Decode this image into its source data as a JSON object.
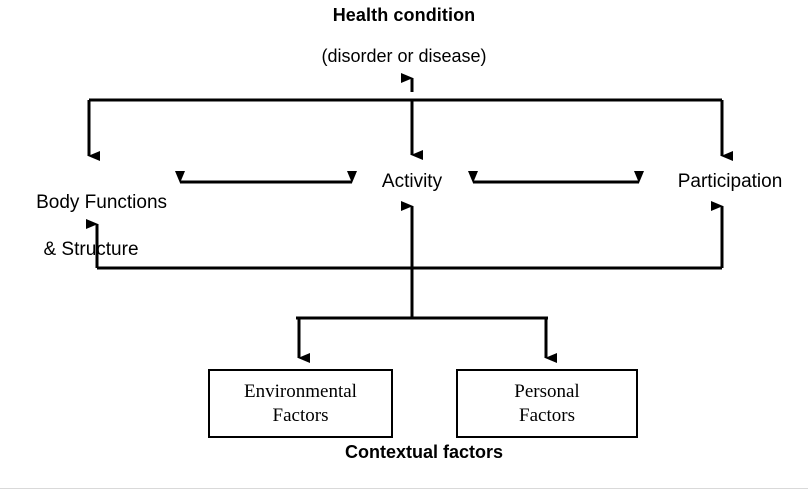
{
  "figure": {
    "title": "Health condition",
    "subtitle": "(disorder or disease)",
    "caption": "Contextual factors",
    "stroke_color": "#000000",
    "background_color": "#ffffff",
    "rule_color": "#d9d9d9"
  },
  "nodes": {
    "body_functions": {
      "line1": "Body Functions",
      "line2": "& Structure"
    },
    "activity": {
      "label": "Activity"
    },
    "participation": {
      "label": "Participation"
    },
    "environmental_factors": {
      "line1": "Environmental",
      "line2": "Factors"
    },
    "personal_factors": {
      "line1": "Personal",
      "line2": "Factors"
    }
  },
  "connectors": [
    {
      "name": "health-to-activity",
      "from": "Health condition",
      "to": "Activity",
      "direction": "bidirectional"
    },
    {
      "name": "health-to-body-functions",
      "from": "Health condition",
      "to": "Body Functions & Structure",
      "direction": "down"
    },
    {
      "name": "health-to-participation",
      "from": "Health condition",
      "to": "Participation",
      "direction": "down"
    },
    {
      "name": "body-functions-to-activity",
      "from": "Body Functions & Structure",
      "to": "Activity",
      "direction": "bidirectional"
    },
    {
      "name": "activity-to-participation",
      "from": "Activity",
      "to": "Participation",
      "direction": "bidirectional"
    },
    {
      "name": "contextual-to-body-functions",
      "from": "Contextual factors",
      "to": "Body Functions & Structure",
      "direction": "up"
    },
    {
      "name": "contextual-to-activity",
      "from": "Contextual factors",
      "to": "Activity",
      "direction": "up"
    },
    {
      "name": "contextual-to-participation",
      "from": "Contextual factors",
      "to": "Participation",
      "direction": "up"
    },
    {
      "name": "branch-to-environmental-factors",
      "from": "Contextual factors",
      "to": "Environmental Factors",
      "direction": "down"
    },
    {
      "name": "branch-to-personal-factors",
      "from": "Contextual factors",
      "to": "Personal Factors",
      "direction": "down"
    }
  ]
}
